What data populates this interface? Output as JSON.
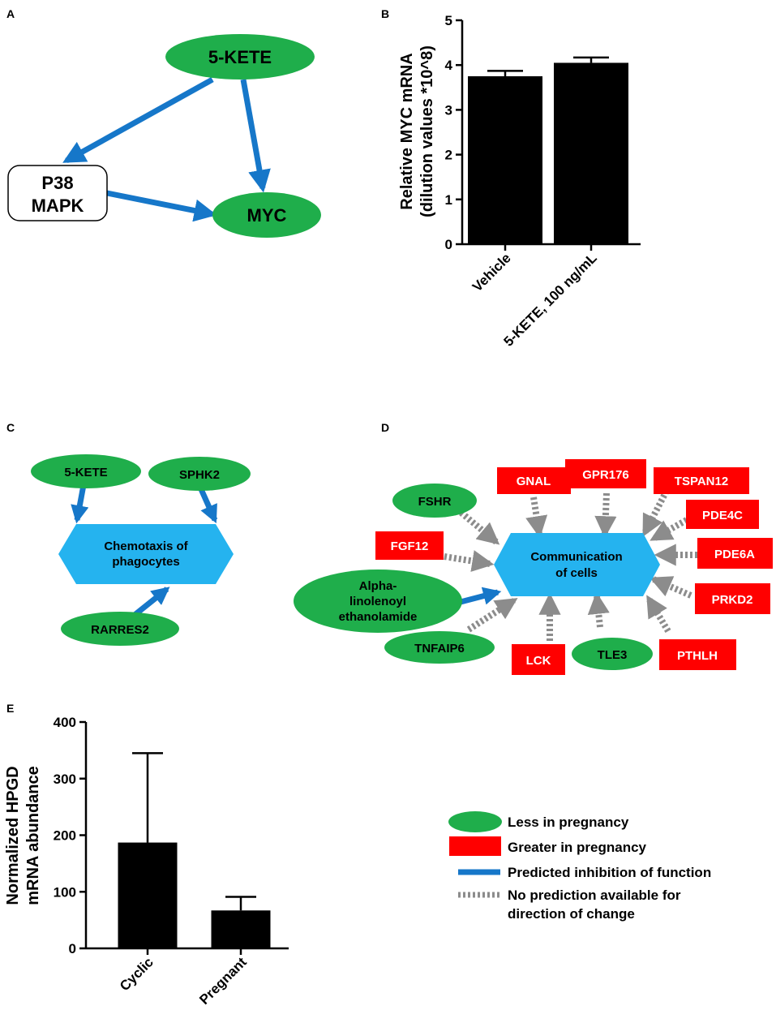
{
  "colors": {
    "green": "#1fae4b",
    "red": "#ff0000",
    "blue_arrow": "#1677c9",
    "cyan_hex": "#25b3ef",
    "gray_arrow": "#8c8c8c",
    "bar": "#000000"
  },
  "panel_a": {
    "label": "A",
    "nodes": {
      "kete": "5-KETE",
      "p38_line1": "P38",
      "p38_line2": "MAPK",
      "myc": "MYC"
    }
  },
  "panel_b": {
    "label": "B",
    "ylabel_line1": "Relative MYC mRNA",
    "ylabel_line2": "(dilution values *10^8)"
  },
  "panel_c": {
    "label": "C",
    "nodes": {
      "kete": "5-KETE",
      "sphk2": "SPHK2",
      "rarres2": "RARRES2",
      "hub_line1": "Chemotaxis of",
      "hub_line2": "phagocytes"
    }
  },
  "panel_d": {
    "label": "D",
    "hub_line1": "Communication",
    "hub_line2": "of cells",
    "green_nodes": {
      "fshr": "FSHR",
      "tnfaip6": "TNFAIP6",
      "tle3": "TLE3",
      "alpha_line1": "Alpha-",
      "alpha_line2": "linolenoyl",
      "alpha_line3": "ethanolamide"
    },
    "red_nodes": {
      "gnal": "GNAL",
      "gpr176": "GPR176",
      "tspan12": "TSPAN12",
      "pde4c": "PDE4C",
      "pde6a": "PDE6A",
      "prkd2": "PRKD2",
      "pthlh": "PTHLH",
      "lck": "LCK",
      "fgf12": "FGF12"
    }
  },
  "panel_e": {
    "label": "E",
    "ylabel_line1": "Normalized HPGD",
    "ylabel_line2": "mRNA abundance"
  },
  "legend": {
    "less": "Less in pregnancy",
    "greater": "Greater in pregnancy",
    "inhibition": "Predicted inhibition of function",
    "noprediction_line1": "No prediction available for",
    "noprediction_line2": "direction of change"
  },
  "chart_data": [
    {
      "type": "bar",
      "panel": "B",
      "categories": [
        "Vehicle",
        "5-KETE, 100 ng/mL"
      ],
      "values": [
        3.75,
        4.05
      ],
      "errors": [
        0.12,
        0.12
      ],
      "yticks": [
        0,
        1,
        2,
        3,
        4,
        5
      ],
      "ylim": [
        0,
        5
      ],
      "ylabel": "Relative MYC mRNA (dilution values *10^8)"
    },
    {
      "type": "bar",
      "panel": "E",
      "categories": [
        "Cyclic",
        "Pregnant"
      ],
      "values": [
        187,
        67
      ],
      "errors": [
        158,
        24
      ],
      "yticks": [
        0,
        100,
        200,
        300,
        400
      ],
      "ylim": [
        0,
        400
      ],
      "ylabel": "Normalized HPGD mRNA abundance"
    }
  ]
}
